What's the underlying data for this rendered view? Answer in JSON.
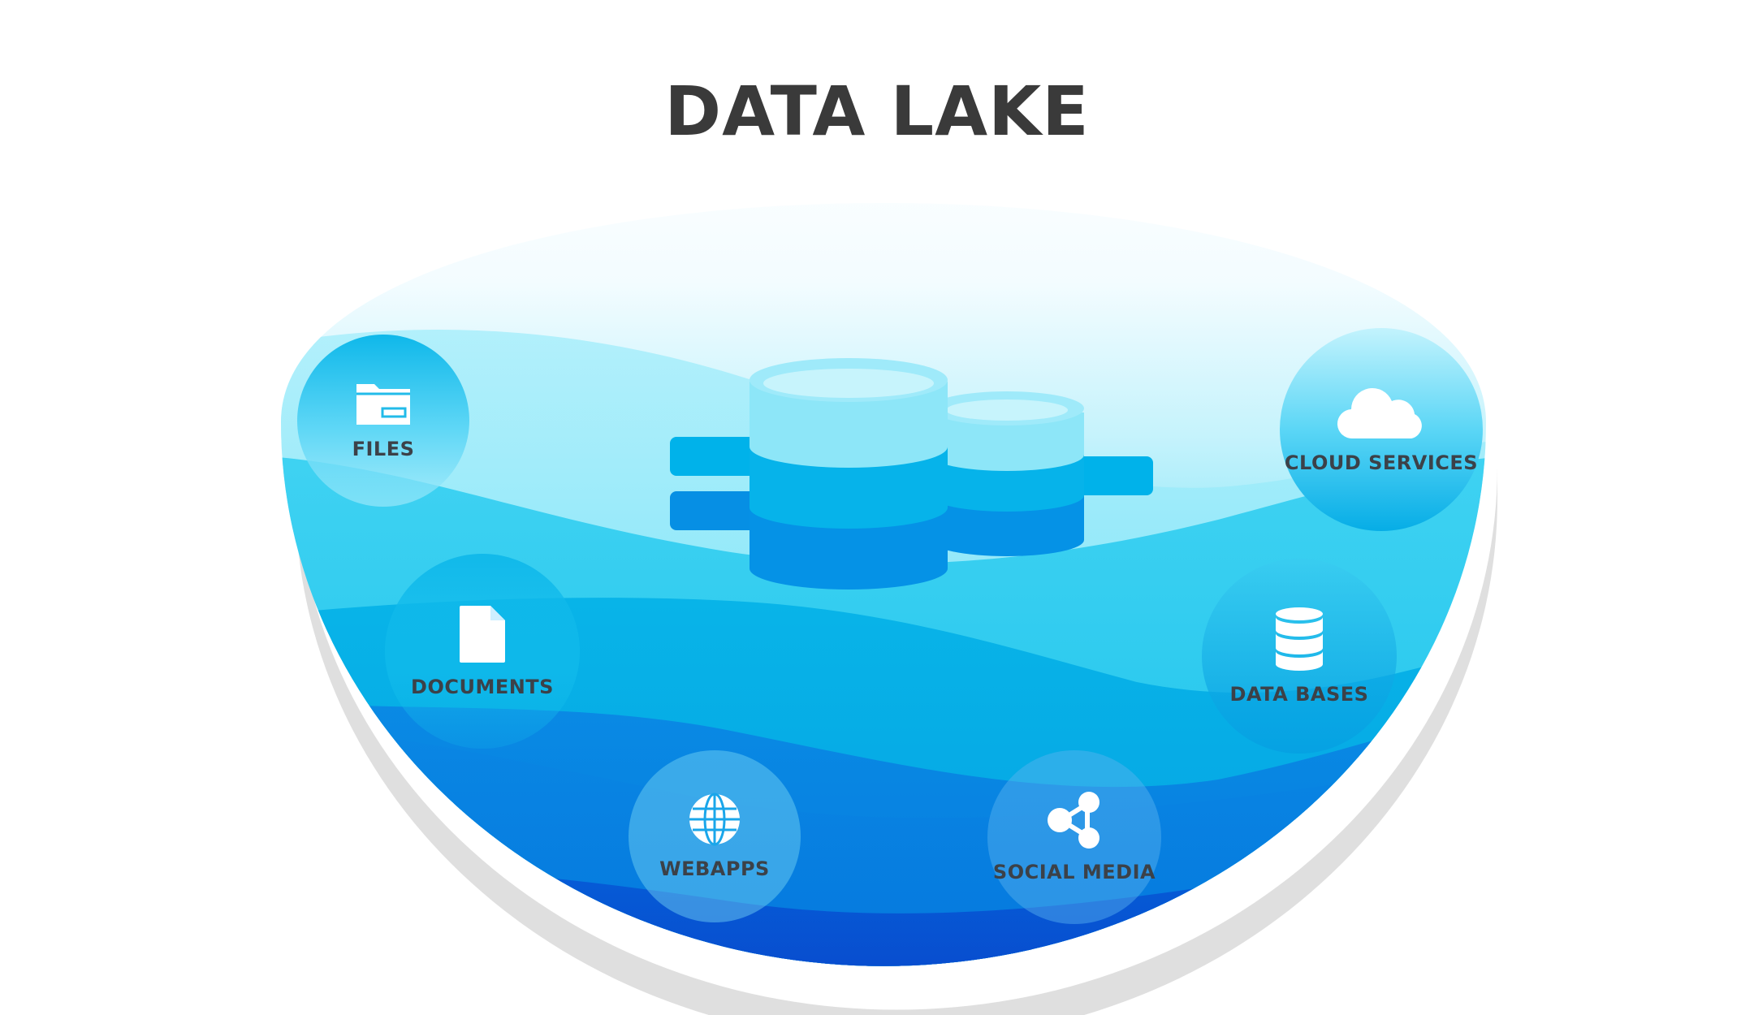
{
  "title": "DATA LAKE",
  "colors": {
    "title": "#3a3a3a",
    "label": "#3c4148",
    "lake_top": "#ffffff",
    "lake_mid": "#5fdcf5",
    "lake_deep": "#0a74e0",
    "lake_bottom": "#0a3ec8"
  },
  "center_graphic": "database-cylinders-icon",
  "nodes": {
    "files": {
      "label": "FILES",
      "icon": "folder-icon"
    },
    "documents": {
      "label": "DOCUMENTS",
      "icon": "document-icon"
    },
    "webapps": {
      "label": "WEBAPPS",
      "icon": "globe-icon"
    },
    "social_media": {
      "label": "SOCIAL MEDIA",
      "icon": "share-icon"
    },
    "data_bases": {
      "label": "DATA BASES",
      "icon": "database-icon"
    },
    "cloud_services": {
      "label": "CLOUD SERVICES",
      "icon": "cloud-icon"
    }
  }
}
